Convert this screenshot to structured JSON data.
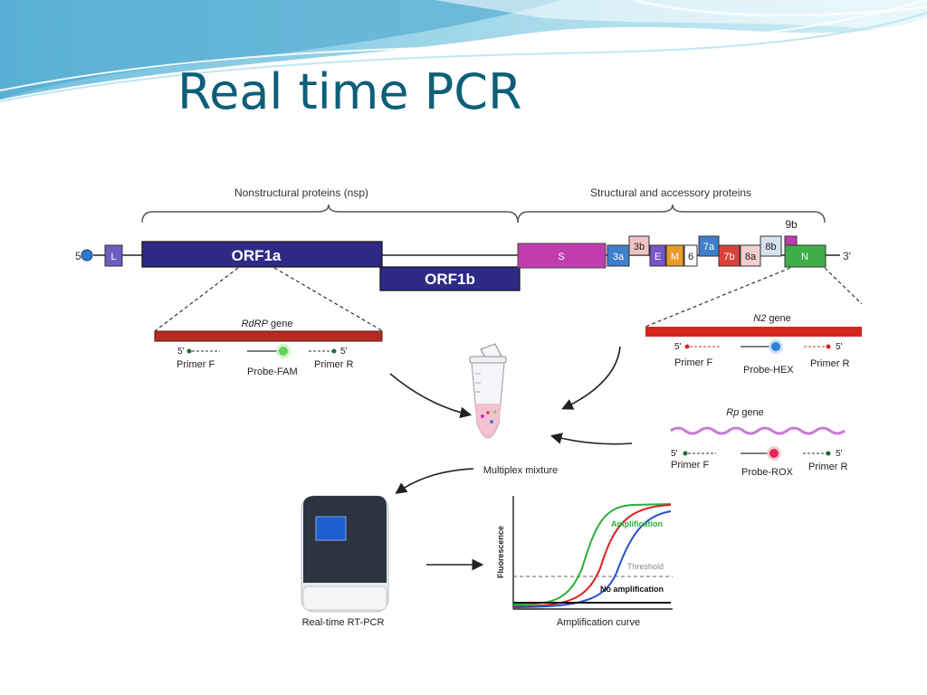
{
  "slide": {
    "title": "Real time PCR"
  },
  "genome": {
    "prime5": "5'",
    "prime3": "3'",
    "nsp_label": "Nonstructural proteins (nsp)",
    "structural_label": "Structural and accessory proteins",
    "genes": {
      "L": "L",
      "ORF1a": "ORF1a",
      "ORF1b": "ORF1b",
      "S": "S",
      "g3a": "3a",
      "g3b": "3b",
      "E": "E",
      "M": "M",
      "g6": "6",
      "g7a": "7a",
      "g7b": "7b",
      "g8a": "8a",
      "g8b": "8b",
      "g9b": "9b",
      "N": "N"
    }
  },
  "assays": {
    "rdrp": {
      "gene_italic": "RdRP",
      "gene_suffix": " gene",
      "primer_f": "Primer F",
      "probe": "Probe-FAM",
      "primer_r": "Primer R",
      "p5a": "5'",
      "p5b": "5'"
    },
    "n2": {
      "gene_italic": "N2",
      "gene_suffix": " gene",
      "primer_f": "Primer F",
      "probe": "Probe-HEX",
      "primer_r": "Primer R",
      "p5a": "5'",
      "p5b": "5'"
    },
    "rp": {
      "gene_italic": "Rp",
      "gene_suffix": " gene",
      "primer_f": "Primer F",
      "probe": "Probe-ROX",
      "primer_r": "Primer R",
      "p5a": "5'",
      "p5b": "5'"
    }
  },
  "mixture_label": "Multiplex mixture",
  "instrument_label": "Real-time RT-PCR",
  "curve": {
    "ylabel": "Fluorescence",
    "xlabel": "Amplification curve",
    "amplification": "Amplification",
    "threshold": "Threshold",
    "no_amplification": "No amplification"
  },
  "colors": {
    "title": "#0d5f78",
    "orf": "#2e2a85",
    "spike": "#c13cad",
    "n_gene": "#3fae49",
    "rdrp_bar": "#b52a22",
    "fam": "#63d45a",
    "hex": "#2f7fd8",
    "rox": "#e8245a",
    "rp_wave": "#c97bd6"
  }
}
